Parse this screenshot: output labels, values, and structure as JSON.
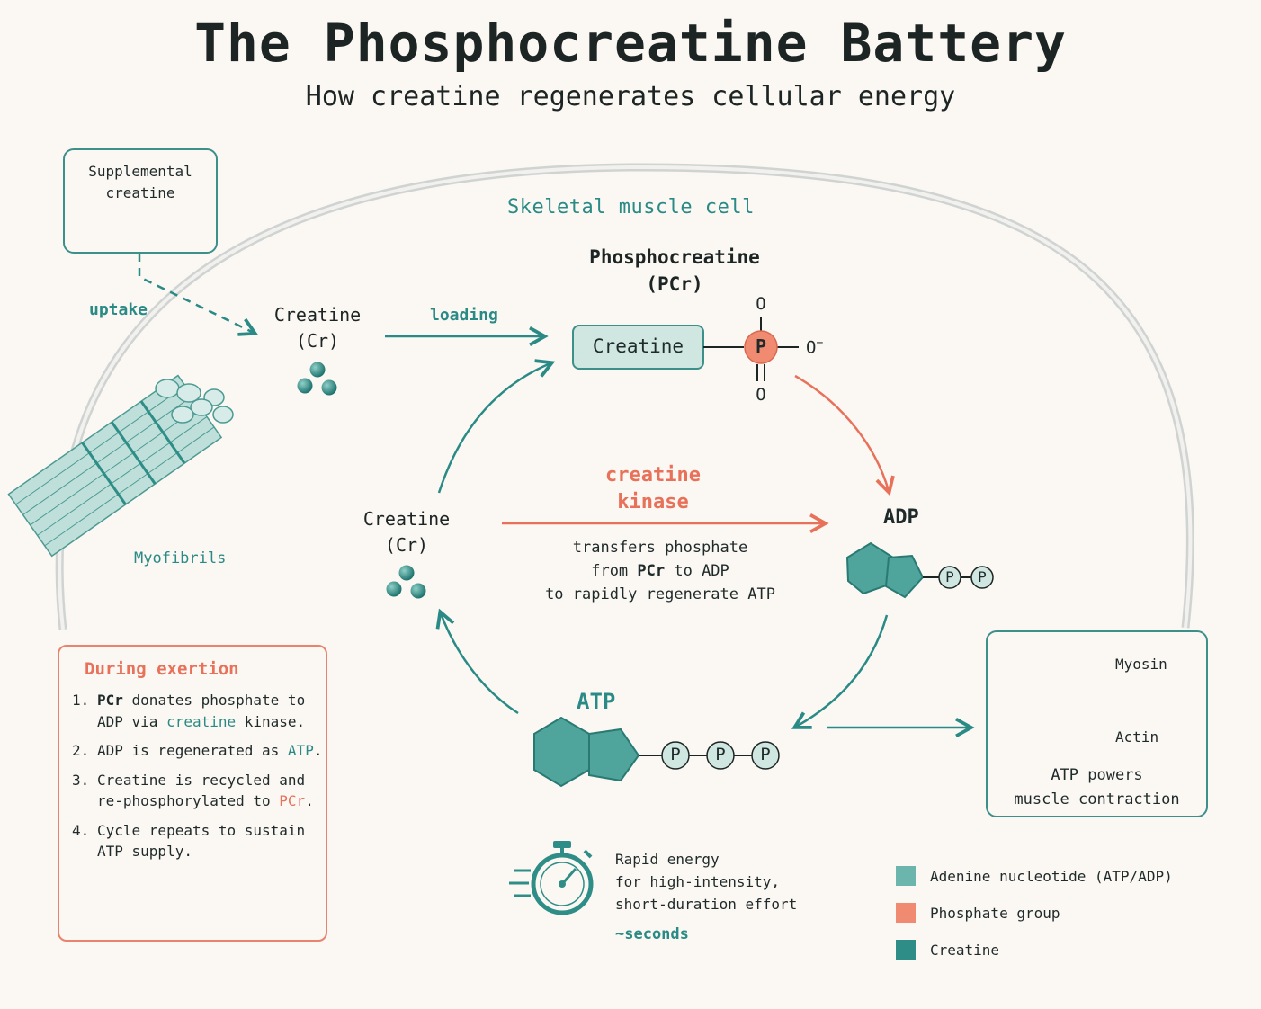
{
  "header": {
    "title": "The Phosphocreatine Battery",
    "subtitle": "How creatine regenerates cellular energy"
  },
  "cell": {
    "label": "Skeletal muscle cell",
    "myofibrils_label": "Myofibrils"
  },
  "supplement": {
    "label_line1": "Supplemental",
    "label_line2": "creatine",
    "uptake_label": "uptake"
  },
  "creatine_top": {
    "name": "Creatine",
    "abbr": "(Cr)",
    "loading_label": "loading"
  },
  "phosphocreatine": {
    "name": "Phosphocreatine",
    "abbr": "(PCr)",
    "creatine_label": "Creatine",
    "phosphorus": "P",
    "oxygen_top": "O",
    "oxygen_right": "O",
    "oxygen_charge": "−",
    "oxygen_bottom": "O"
  },
  "enzyme": {
    "name_line1": "creatine",
    "name_line2": "kinase",
    "desc_line1": "transfers phosphate",
    "desc_line2_prefix": "from ",
    "desc_line2_pcr": "PCr",
    "desc_line2_suffix": " to ADP",
    "desc_line3": "to rapidly regenerate ATP"
  },
  "creatine_mid": {
    "name": "Creatine",
    "abbr": "(Cr)"
  },
  "adp": {
    "label": "ADP",
    "phosphates": [
      "P",
      "P"
    ]
  },
  "atp": {
    "label": "ATP",
    "phosphates": [
      "P",
      "P",
      "P"
    ]
  },
  "exertion": {
    "title": "During exertion",
    "steps": [
      {
        "num": "1.",
        "parts": [
          {
            "t": "PCr",
            "s": "bold"
          },
          {
            "t": " donates phosphate to ADP via ",
            "s": ""
          },
          {
            "t": "creatine",
            "s": "teal"
          },
          {
            "t": " kinase.",
            "s": ""
          }
        ]
      },
      {
        "num": "2.",
        "parts": [
          {
            "t": "ADP is regenerated as ",
            "s": ""
          },
          {
            "t": "ATP",
            "s": "teal"
          },
          {
            "t": ".",
            "s": ""
          }
        ]
      },
      {
        "num": "3.",
        "parts": [
          {
            "t": "Creatine is recycled and re-phosphorylated to ",
            "s": ""
          },
          {
            "t": "PCr",
            "s": "coral"
          },
          {
            "t": ".",
            "s": ""
          }
        ]
      },
      {
        "num": "4.",
        "parts": [
          {
            "t": "Cycle repeats to sustain ATP supply.",
            "s": ""
          }
        ]
      }
    ]
  },
  "muscle": {
    "myosin_label": "Myosin",
    "actin_label": "Actin",
    "caption_line1": "ATP powers",
    "caption_line2": "muscle contraction"
  },
  "timer": {
    "line1": "Rapid energy",
    "line2": "for high-intensity,",
    "line3": "short-duration effort",
    "duration": "~seconds"
  },
  "legend": [
    {
      "label": "Adenine nucleotide (ATP/ADP)",
      "color": "#6bb5ad"
    },
    {
      "label": "Phosphate group",
      "color": "#f08a70"
    },
    {
      "label": "Creatine",
      "color": "#2e8d86"
    }
  ],
  "colors": {
    "teal": "#2a8a85",
    "teal_light": "#cfe6e1",
    "coral": "#e8715a",
    "membrane": "#d8dcdc"
  }
}
